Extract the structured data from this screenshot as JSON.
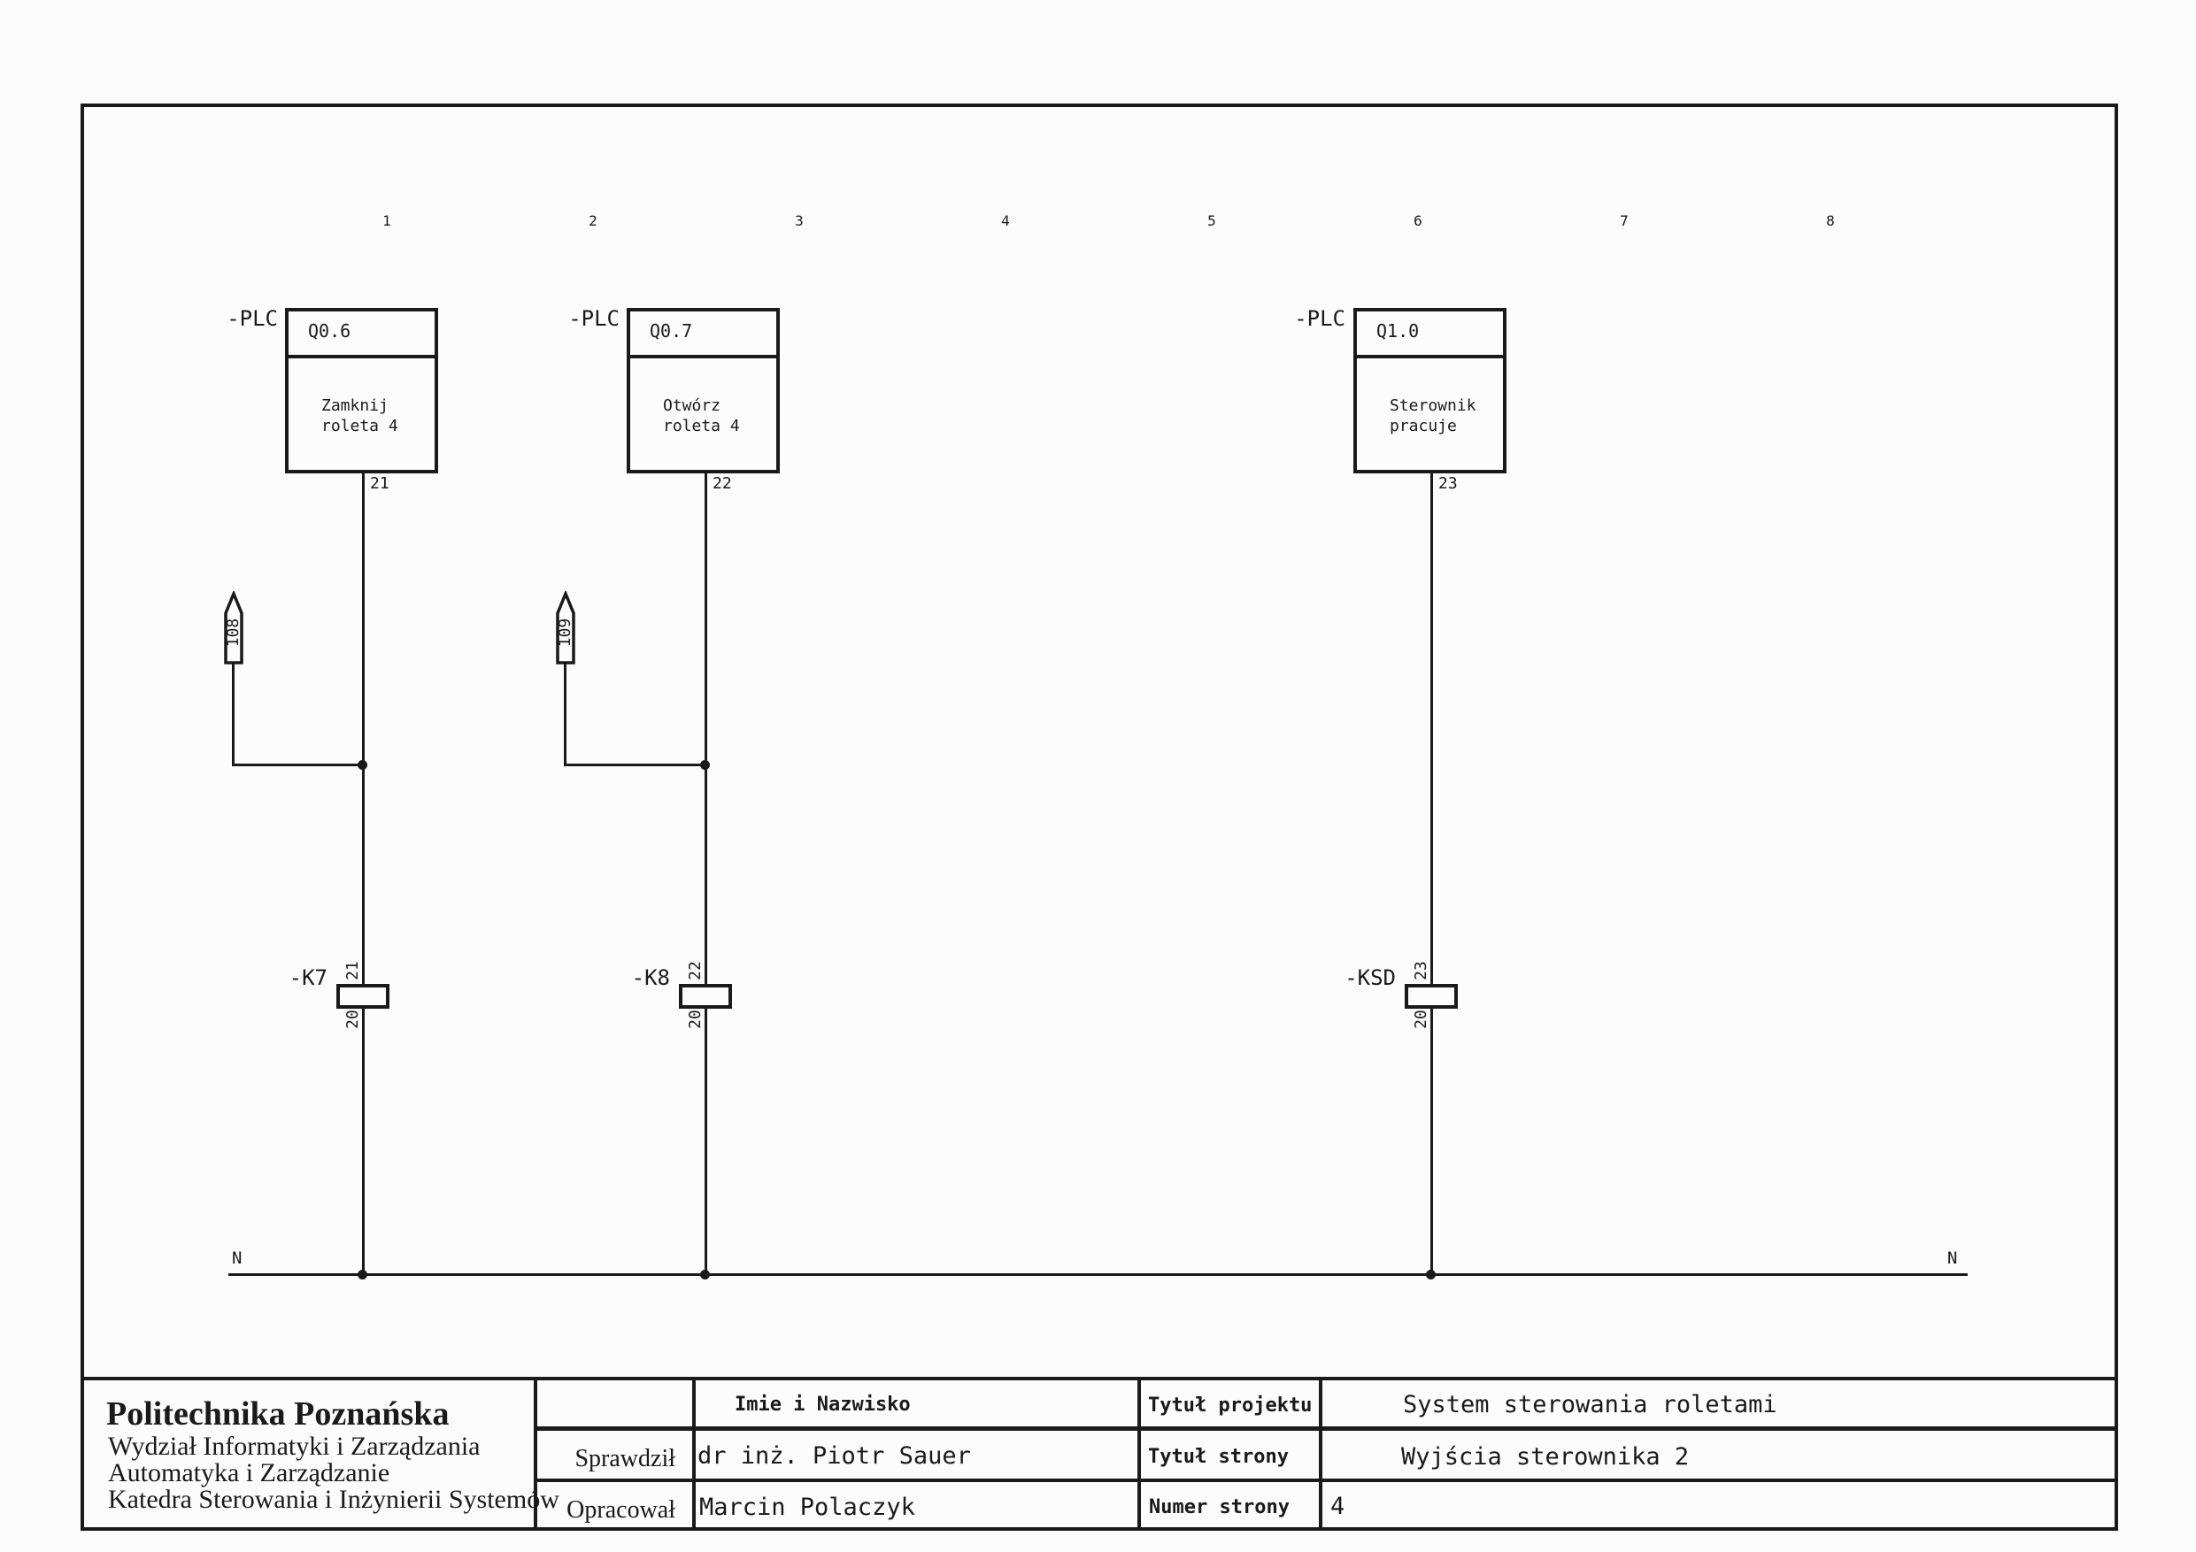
{
  "columns": [
    "1",
    "2",
    "3",
    "4",
    "5",
    "6",
    "7",
    "8"
  ],
  "rungs": [
    {
      "plc_label": "-PLC",
      "address": "Q0.6",
      "desc_line1": "Zamknij",
      "desc_line2": "roleta 4",
      "wire_no": "21",
      "arrow_ref": "108",
      "coil_label": "-K7",
      "coil_top": "21",
      "coil_bottom": "20"
    },
    {
      "plc_label": "-PLC",
      "address": "Q0.7",
      "desc_line1": "Otwórz",
      "desc_line2": "roleta 4",
      "wire_no": "22",
      "arrow_ref": "109",
      "coil_label": "-K8",
      "coil_top": "22",
      "coil_bottom": "20"
    },
    {
      "plc_label": "-PLC",
      "address": "Q1.0",
      "desc_line1": "Sterownik",
      "desc_line2": "pracuje",
      "wire_no": "23",
      "coil_label": "-KSD",
      "coil_top": "23",
      "coil_bottom": "20"
    }
  ],
  "rails": {
    "left_label": "N",
    "right_label": "N"
  },
  "title_block": {
    "org_line1": "Politechnika Poznańska",
    "org_line2": "Wydział Informatyki i Zarządzania",
    "org_line3": "Automatyka i Zarządzanie",
    "org_line4": "Katedra Sterowania i Inżynierii Systemów",
    "name_header": "Imie i Nazwisko",
    "checked_label": "Sprawdził",
    "checked_value": "dr inż. Piotr Sauer",
    "prepared_label": "Opracował",
    "prepared_value": "Marcin Polaczyk",
    "project_label": "Tytuł projektu",
    "project_value": "System sterowania roletami",
    "page_title_label": "Tytuł strony",
    "page_title_value": "Wyjścia sterownika 2",
    "page_number_label": "Numer strony",
    "page_number_value": "4"
  }
}
